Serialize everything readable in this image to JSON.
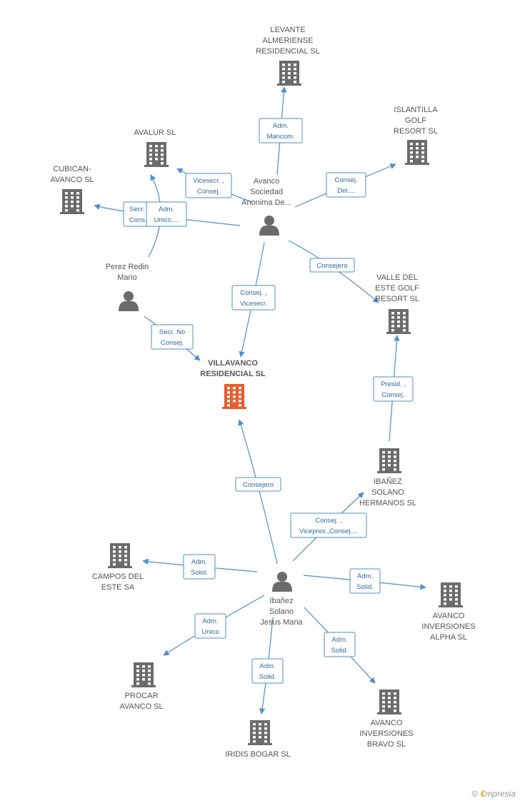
{
  "colors": {
    "building": "#6b6b6b",
    "main_building": "#f05a28",
    "person": "#6b6b6b",
    "edge": "#4a90d9"
  },
  "nodes": [
    {
      "id": "levante",
      "kind": "company",
      "lines": [
        "LEVANTE",
        "ALMERIENSE",
        "RESIDENCIAL SL"
      ]
    },
    {
      "id": "islantilla",
      "kind": "company",
      "lines": [
        "ISLANTILLA",
        "GOLF",
        "RESORT SL"
      ]
    },
    {
      "id": "avalur",
      "kind": "company",
      "lines": [
        "AVALUR SL"
      ]
    },
    {
      "id": "cubican",
      "kind": "company",
      "lines": [
        "CUBICAN-",
        "AVANCO SL"
      ]
    },
    {
      "id": "avanco_sa",
      "kind": "person",
      "lines": [
        "Avanco",
        "Sociedad",
        "Anonima De..."
      ]
    },
    {
      "id": "perez",
      "kind": "person",
      "lines": [
        "Perez Redin",
        "Mario"
      ]
    },
    {
      "id": "valle",
      "kind": "company",
      "lines": [
        "VALLE DEL",
        "ESTE GOLF",
        "RESORT SL"
      ]
    },
    {
      "id": "villavanco",
      "kind": "main",
      "lines": [
        "VILLAVANCO",
        "RESIDENCIAL SL"
      ]
    },
    {
      "id": "ibanez_h",
      "kind": "company",
      "lines": [
        "IBAÑEZ",
        "SOLANO",
        "HERMANOS SL"
      ]
    },
    {
      "id": "campos",
      "kind": "company",
      "lines": [
        "CAMPOS DEL",
        "ESTE SA"
      ]
    },
    {
      "id": "ibanez_p",
      "kind": "person",
      "lines": [
        "Ibañez",
        "Solano",
        "Jesus Maria"
      ]
    },
    {
      "id": "alpha",
      "kind": "company",
      "lines": [
        "AVANCO",
        "INVERSIONES",
        "ALPHA SL"
      ]
    },
    {
      "id": "procar",
      "kind": "company",
      "lines": [
        "PROCAR",
        "AVANCO SL"
      ]
    },
    {
      "id": "bravo",
      "kind": "company",
      "lines": [
        "AVANCO",
        "INVERSIONES",
        "BRAVO SL"
      ]
    },
    {
      "id": "iridis",
      "kind": "company",
      "lines": [
        "IRIDIS BOGAR SL"
      ]
    }
  ],
  "edges": [
    {
      "from": "avanco_sa",
      "to": "levante",
      "lines": [
        "Adm.",
        "Mancom."
      ]
    },
    {
      "from": "avanco_sa",
      "to": "islantilla",
      "lines": [
        "Consej.",
        "Del...."
      ]
    },
    {
      "from": "avanco_sa",
      "to": "avalur",
      "lines": [
        "Vicesecr. ,",
        "Consej."
      ]
    },
    {
      "from": "avanco_sa",
      "to": "cubican",
      "lines": [
        "Secr.",
        "Cons"
      ]
    },
    {
      "from": "perez",
      "to": "avalur",
      "lines": [
        "Adm.",
        "Unico,..."
      ]
    },
    {
      "from": "avanco_sa",
      "to": "valle",
      "lines": [
        "Consejero"
      ]
    },
    {
      "from": "avanco_sa",
      "to": "villavanco",
      "lines": [
        "Consej. ,",
        "Vicesecr."
      ]
    },
    {
      "from": "perez",
      "to": "villavanco",
      "lines": [
        "Secr.  No",
        "Consej."
      ]
    },
    {
      "from": "ibanez_h",
      "to": "valle",
      "lines": [
        "Presid. ,",
        "Consej."
      ]
    },
    {
      "from": "ibanez_p",
      "to": "villavanco",
      "lines": [
        "Consejero"
      ]
    },
    {
      "from": "ibanez_p",
      "to": "ibanez_h",
      "lines": [
        "Consej. ,",
        "Vicepres.,Consej...."
      ]
    },
    {
      "from": "ibanez_p",
      "to": "campos",
      "lines": [
        "Adm.",
        "Solid."
      ]
    },
    {
      "from": "ibanez_p",
      "to": "alpha",
      "lines": [
        "Adm.",
        "Solid."
      ]
    },
    {
      "from": "ibanez_p",
      "to": "procar",
      "lines": [
        "Adm.",
        "Unico"
      ]
    },
    {
      "from": "ibanez_p",
      "to": "bravo",
      "lines": [
        "Adm.",
        "Solid."
      ]
    },
    {
      "from": "ibanez_p",
      "to": "iridis",
      "lines": [
        "Adm.",
        "Solid."
      ]
    }
  ],
  "brand": {
    "copyright": "©",
    "e": "€",
    "rest": "mpresia"
  }
}
